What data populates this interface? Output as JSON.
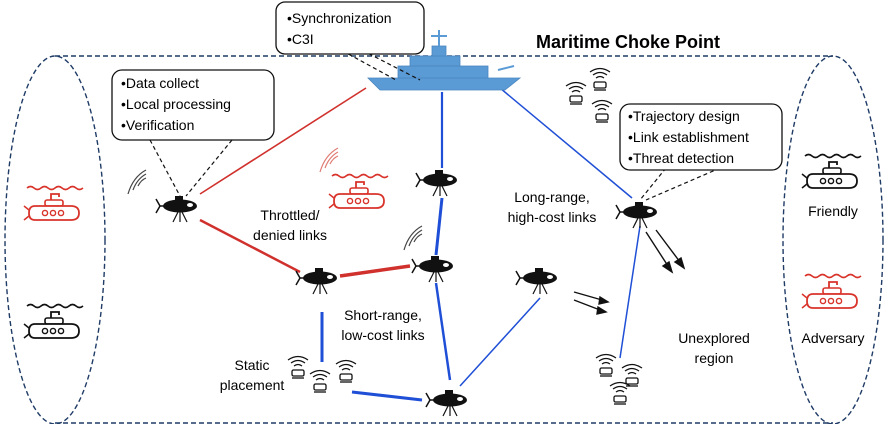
{
  "title": "Maritime Choke Point",
  "ship_callout": [
    "•Synchronization",
    "•C3I"
  ],
  "left_callout": [
    "•Data collect",
    "•Local processing",
    "•Verification"
  ],
  "right_callout": [
    "•Trajectory design",
    "•Link establishment",
    "•Threat detection"
  ],
  "link_labels": {
    "throttled": [
      "Throttled/",
      "denied links"
    ],
    "long_range": [
      "Long-range,",
      "high-cost links"
    ],
    "short_range": [
      "Short-range,",
      "low-cost links"
    ],
    "static": [
      "Static",
      "placement"
    ]
  },
  "unexplored": [
    "Unexplored",
    "region"
  ],
  "legend": {
    "friendly": "Friendly",
    "adversary": "Adversary"
  },
  "colors": {
    "red_link": "#d0312d",
    "blue_link": "#1f4fd6",
    "ship": "#5b9bd5",
    "adversary": "#d9342b",
    "friendly": "#111111",
    "boundary": "#1f3b66"
  }
}
